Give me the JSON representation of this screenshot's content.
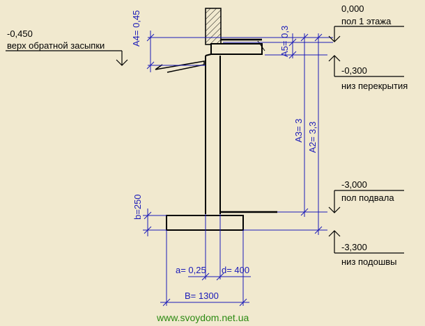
{
  "levels": {
    "floor_1": {
      "value": "0,000",
      "label": "пол 1 этажа"
    },
    "backfill_top": {
      "value": "-0,450",
      "label": "верх обратной засыпки"
    },
    "slab_bottom": {
      "value": "-0,300",
      "label": "низ перекрытия"
    },
    "basement_floor": {
      "value": "-3,000",
      "label": "пол подвала"
    },
    "footing_bottom": {
      "value": "-3,300",
      "label": "низ подошвы"
    }
  },
  "dimensions": {
    "A4": "A4= 0,45",
    "A5": "A5= 0,3",
    "A3": "A3= 3",
    "A2": "A2= 3,3",
    "b": "b=250",
    "a": "a= 0,25",
    "d": "d= 400",
    "B": "B= 1300"
  },
  "website": "www.svoydom.net.ua",
  "colors": {
    "background": "#f1e9cf",
    "structure": "#000000",
    "dimension": "#1a1ab8",
    "website": "#2b8a12"
  }
}
